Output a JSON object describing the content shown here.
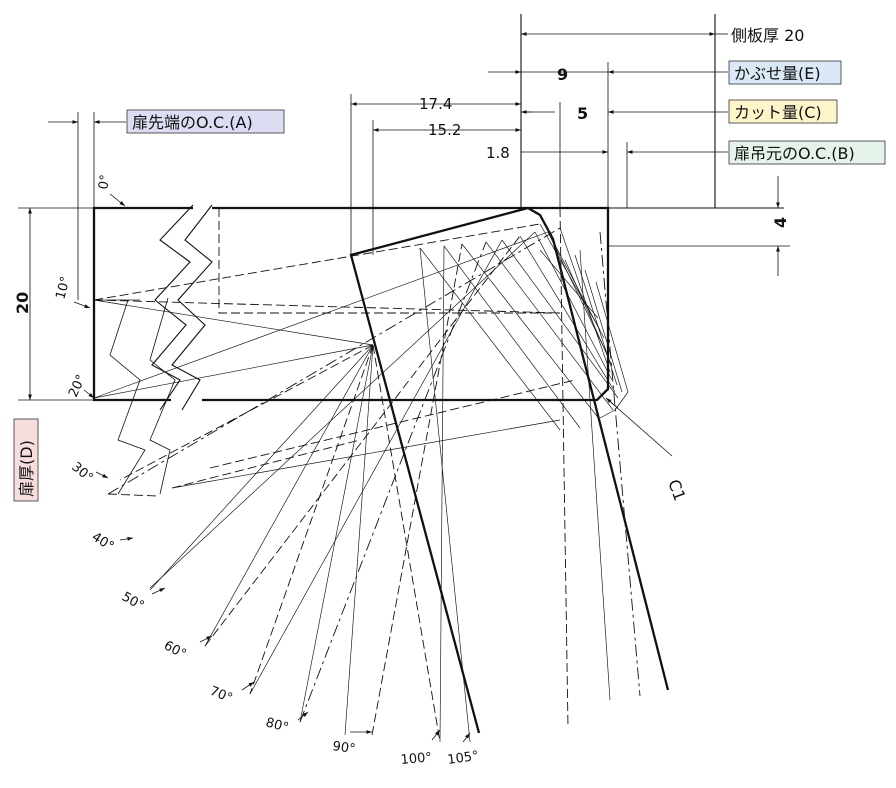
{
  "labels": {
    "side_panel_thickness": "側板厚 20",
    "overlay_E": "かぶせ量(E)",
    "cut_C": "カット量(C)",
    "hinge_side_oc_B": "扉吊元のO.C.(B)",
    "door_tip_oc_A": "扉先端のO.C.(A)",
    "door_thickness_D": "扉厚(D)",
    "chamfer": "C1"
  },
  "dimensions": {
    "d9": "9",
    "d5": "5",
    "d17_4": "17.4",
    "d15_2": "15.2",
    "d1_8": "1.8",
    "d4": "4",
    "d20": "20"
  },
  "angles": [
    "0°",
    "10°",
    "20°",
    "30°",
    "40°",
    "50°",
    "60°",
    "70°",
    "80°",
    "90°",
    "100°",
    "105°"
  ],
  "colors": {
    "tag_blue": "#dbe9f7",
    "tag_yellow": "#fdf5c9",
    "tag_green": "#e6f3ea",
    "tag_purple": "#dcdcf2",
    "tag_pink": "#f7dede",
    "line": "#111111"
  }
}
